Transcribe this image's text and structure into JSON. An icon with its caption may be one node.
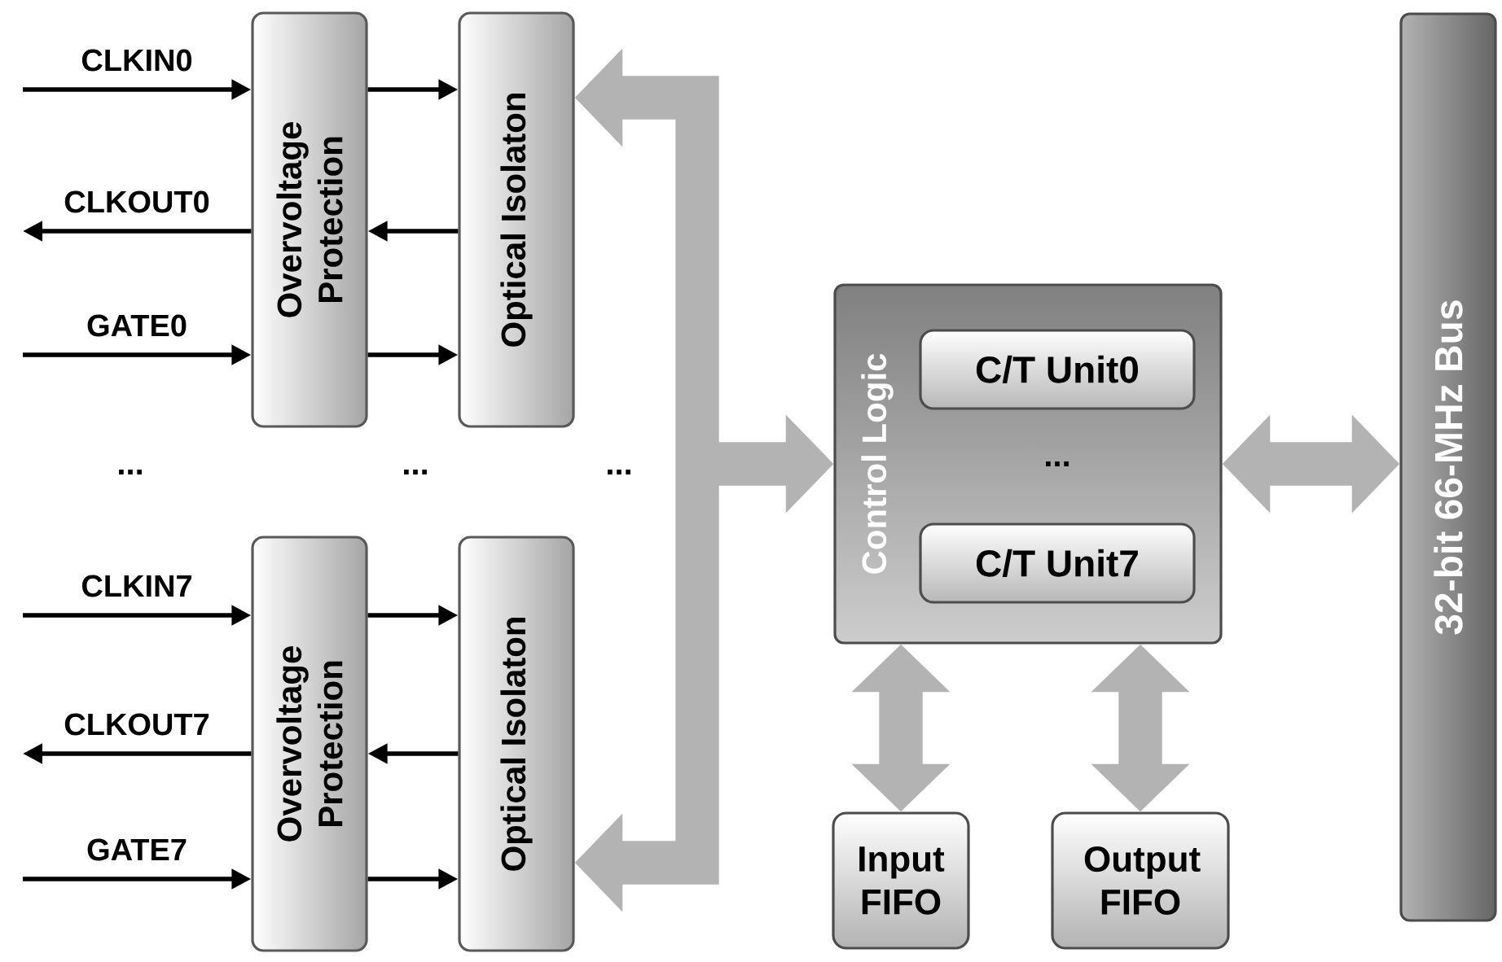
{
  "diagram": {
    "nodes": [
      {
        "text": [
          "Overvoltage Protection"
        ]
      },
      {
        "text": [
          "Optical Isolaton"
        ]
      },
      {
        "text": [
          "Overvoltage Protection"
        ]
      },
      {
        "text": [
          "Optical Isolaton"
        ]
      },
      {
        "text": [
          "Control Logic"
        ]
      },
      {
        "text": [
          "C/T Unit0"
        ],
        "in": 4
      },
      {
        "text": [
          "C/T Unit7"
        ],
        "in": 4
      },
      {
        "text": [
          "Input FIFO"
        ]
      },
      {
        "text": [
          "Output FIFO"
        ]
      },
      {
        "text": [
          "32-bit 66-MHz Bus"
        ]
      }
    ],
    "edges": [
      {
        "from": null,
        "to": 0,
        "arrow": "to",
        "label": "CLKIN0"
      },
      {
        "from": 0,
        "to": null,
        "arrow": "to",
        "label": "CLKOUT0"
      },
      {
        "from": null,
        "to": 0,
        "arrow": "to",
        "label": "GATE0"
      },
      {
        "from": 0,
        "to": 1,
        "arrow": "to"
      },
      {
        "from": 1,
        "to": 0,
        "arrow": "to"
      },
      {
        "from": 0,
        "to": 1,
        "arrow": "to"
      },
      {
        "from": null,
        "to": 2,
        "arrow": "to",
        "label": "CLKIN7"
      },
      {
        "from": 2,
        "to": null,
        "arrow": "to",
        "label": "CLKOUT7"
      },
      {
        "from": null,
        "to": 2,
        "arrow": "to",
        "label": "GATE7"
      },
      {
        "from": 2,
        "to": 3,
        "arrow": "to"
      },
      {
        "from": 3,
        "to": 2,
        "arrow": "to"
      },
      {
        "from": 2,
        "to": 3,
        "arrow": "to"
      },
      {
        "from": 4,
        "to": 1,
        "arrow": "both",
        "style": "thick",
        "color": "#b3b3b3"
      },
      {
        "from": 4,
        "to": 3,
        "arrow": "both",
        "style": "thick",
        "color": "#b3b3b3"
      },
      {
        "from": 4,
        "to": 9,
        "arrow": "both",
        "style": "thick",
        "color": "#b3b3b3"
      },
      {
        "from": 4,
        "to": 7,
        "arrow": "both",
        "style": "thick",
        "color": "#b3b3b3"
      },
      {
        "from": 4,
        "to": 8,
        "arrow": "both",
        "style": "thick",
        "color": "#b3b3b3"
      }
    ],
    "labels": [
      "...",
      "...",
      "...",
      "..."
    ]
  }
}
